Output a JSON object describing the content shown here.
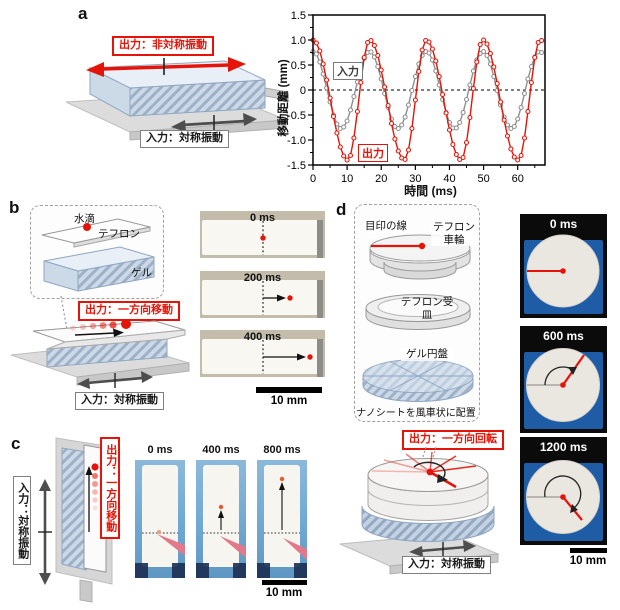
{
  "colors": {
    "red": "#e61408",
    "series_gray": "#8f8f8f",
    "gel_fill": "#dde7f2",
    "gel_line": "#8fa6c0",
    "tape_blue": "#1e5da6",
    "photo_blue": "#6fa9d2"
  },
  "panels": {
    "a": {
      "label": "a",
      "output_box": "出力：非対称振動",
      "input_box": "入力：対称振動"
    },
    "b": {
      "label": "b",
      "water_drop": "水滴",
      "teflon": "テフロン",
      "gel": "ゲル",
      "output_box": "出力：一方向移動",
      "input_box": "入力：対称振動",
      "frames": [
        "0 ms",
        "200 ms",
        "400 ms"
      ],
      "scale_bar": "10 mm"
    },
    "c": {
      "label": "c",
      "output_box": "出力：一方向移動",
      "input_box": "入力：対称振動",
      "frames": [
        "0 ms",
        "400 ms",
        "800 ms"
      ],
      "scale_bar": "10 mm"
    },
    "d": {
      "label": "d",
      "marker_line": "目印の線",
      "teflon_wheel": "テフロン車輪",
      "teflon_tray": "テフロン受皿",
      "gel_disc": "ゲル円盤",
      "caption": "ナノシートを風車状に配置",
      "output_box": "出力：一方向回転",
      "input_box": "入力：対称振動",
      "frames": [
        "0 ms",
        "600 ms",
        "1200 ms"
      ],
      "scale_bar": "10 mm"
    }
  },
  "chart_data": {
    "type": "line",
    "title": "",
    "xlabel": "時間 (ms)",
    "ylabel": "移動距離 (mm)",
    "xlim": [
      0,
      68
    ],
    "ylim": [
      -1.5,
      1.5
    ],
    "xticks": [
      0,
      10,
      20,
      30,
      40,
      50,
      60
    ],
    "xtick_labels": [
      "0",
      "10",
      "20",
      "30",
      "40",
      "50",
      "60"
    ],
    "yticks": [
      -1.5,
      -1.0,
      -0.5,
      0,
      0.5,
      1.0,
      1.5
    ],
    "ytick_labels": [
      "-1.5",
      "-1.0",
      "-0.5",
      "0",
      "0.5",
      "1.0",
      "1.5"
    ],
    "zero_line_dashed": true,
    "grid": false,
    "legend": [
      {
        "label": "入力",
        "color": "#8f8f8f"
      },
      {
        "label": "出力",
        "color": "#e61408"
      }
    ],
    "x": [
      0,
      1,
      2,
      3,
      4,
      5,
      6,
      7,
      8,
      9,
      10,
      11,
      12,
      13,
      14,
      15,
      16,
      17,
      18,
      19,
      20,
      21,
      22,
      23,
      24,
      25,
      26,
      27,
      28,
      29,
      30,
      31,
      32,
      33,
      34,
      35,
      36,
      37,
      38,
      39,
      40,
      41,
      42,
      43,
      44,
      45,
      46,
      47,
      48,
      49,
      50,
      51,
      52,
      53,
      54,
      55,
      56,
      57,
      58,
      59,
      60,
      61,
      62,
      63,
      64,
      65,
      66,
      67
    ],
    "series": [
      {
        "name": "入力",
        "color": "#8f8f8f",
        "marker": "open-circle",
        "values": [
          0.77,
          0.72,
          0.56,
          0.32,
          0.04,
          -0.24,
          -0.5,
          -0.68,
          -0.77,
          -0.74,
          -0.62,
          -0.4,
          -0.13,
          0.16,
          0.43,
          0.63,
          0.75,
          0.76,
          0.66,
          0.47,
          0.22,
          -0.07,
          -0.35,
          -0.58,
          -0.73,
          -0.77,
          -0.7,
          -0.54,
          -0.3,
          -0.01,
          0.27,
          0.52,
          0.69,
          0.77,
          0.74,
          0.6,
          0.38,
          0.1,
          -0.19,
          -0.45,
          -0.65,
          -0.76,
          -0.76,
          -0.65,
          -0.45,
          -0.19,
          0.1,
          0.38,
          0.6,
          0.73,
          0.77,
          0.69,
          0.52,
          0.27,
          -0.01,
          -0.3,
          -0.54,
          -0.7,
          -0.77,
          -0.73,
          -0.58,
          -0.35,
          -0.07,
          0.22,
          0.47,
          0.66,
          0.76,
          0.75
        ]
      },
      {
        "name": "出力",
        "color": "#e61408",
        "marker": "open-circle",
        "values": [
          1.0,
          0.94,
          0.78,
          0.52,
          0.2,
          -0.16,
          -0.53,
          -0.86,
          -1.14,
          -1.32,
          -1.4,
          -1.31,
          -0.96,
          -0.43,
          0.15,
          0.65,
          0.95,
          0.99,
          0.89,
          0.69,
          0.4,
          0.06,
          -0.31,
          -0.67,
          -0.98,
          -1.22,
          -1.36,
          -1.39,
          -1.2,
          -0.77,
          -0.2,
          0.37,
          0.8,
          0.99,
          0.96,
          0.82,
          0.58,
          0.27,
          -0.09,
          -0.46,
          -0.8,
          -1.09,
          -1.29,
          -1.39,
          -1.35,
          -1.05,
          -0.55,
          0.03,
          0.56,
          0.91,
          1.0,
          0.92,
          0.73,
          0.46,
          0.13,
          -0.24,
          -0.6,
          -0.92,
          -1.18,
          -1.34,
          -1.4,
          -1.31,
          -0.96,
          -0.43,
          0.15,
          0.65,
          0.95,
          0.99
        ]
      }
    ]
  }
}
